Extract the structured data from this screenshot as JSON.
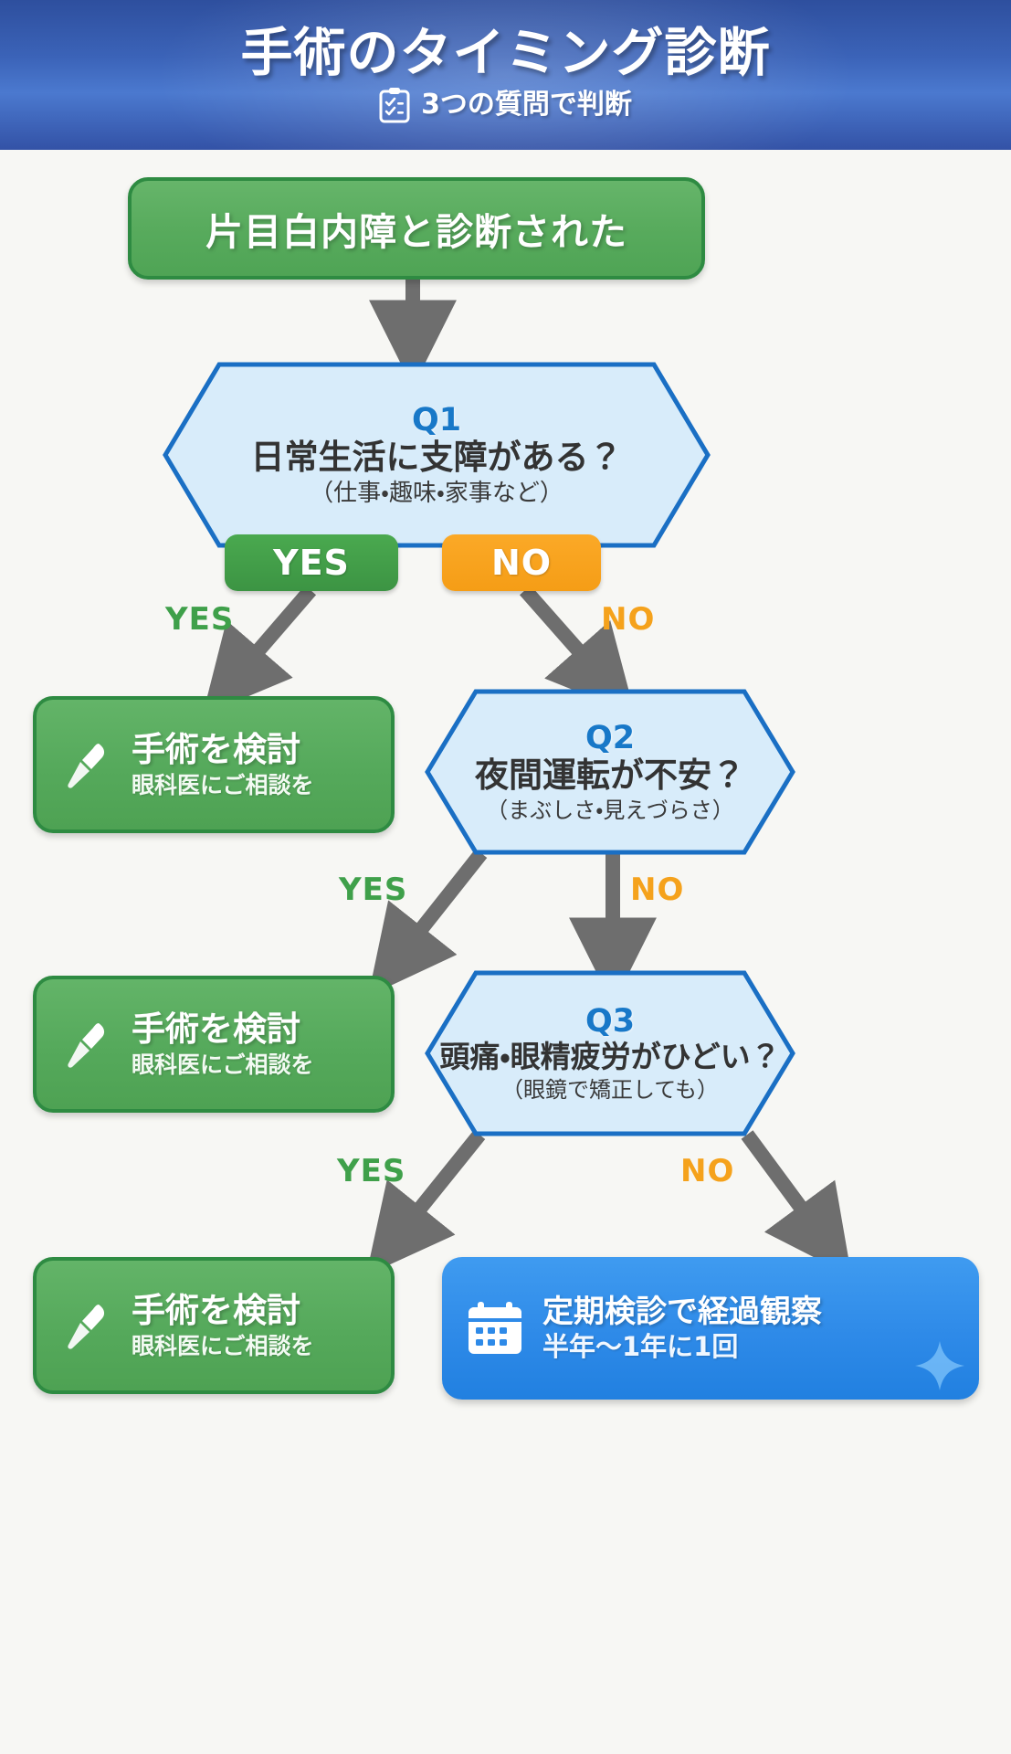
{
  "header": {
    "title": "手術のタイミング診断",
    "subtitle": "3つの質問で判断",
    "icon": "clipboard-check-icon",
    "bg_from": "#2e4f9e",
    "bg_to": "#4b79cf"
  },
  "colors": {
    "green": "#4fa455",
    "green_border": "#2e8b42",
    "blue_accent": "#1878c8",
    "hex_fill": "#d8ecfa",
    "hex_border": "#1a6fc4",
    "orange": "#f5a21c",
    "arrow_gray": "#6e6e6e",
    "observe_blue": "#2e8ae8",
    "page_bg": "#f7f7f4"
  },
  "start": {
    "label": "片目白内障と診断された"
  },
  "questions": [
    {
      "tag": "Q1",
      "text": "日常生活に支障がある？",
      "note": "（仕事・趣味・家事など）",
      "yes_badge": "YES",
      "no_badge": "NO"
    },
    {
      "tag": "Q2",
      "text": "夜間運転が不安？",
      "note": "（まぶしさ・見えづらさ）"
    },
    {
      "tag": "Q3",
      "text": "頭痛・眼精疲労がひどい？",
      "note": "（眼鏡で矯正しても）"
    }
  ],
  "branch_labels": {
    "q1_yes": "YES",
    "q1_no": "NO",
    "q2_yes": "YES",
    "q2_no": "NO",
    "q3_yes": "YES",
    "q3_no": "NO"
  },
  "results": [
    {
      "icon": "scalpel-icon",
      "main": "手術を検討",
      "sub": "眼科医にご相談を"
    },
    {
      "icon": "scalpel-icon",
      "main": "手術を検討",
      "sub": "眼科医にご相談を"
    },
    {
      "icon": "scalpel-icon",
      "main": "手術を検討",
      "sub": "眼科医にご相談を"
    }
  ],
  "observe": {
    "icon": "calendar-icon",
    "main": "定期検診で経過観察",
    "sub": "半年〜1年に1回",
    "decoration": "sparkle-icon"
  }
}
